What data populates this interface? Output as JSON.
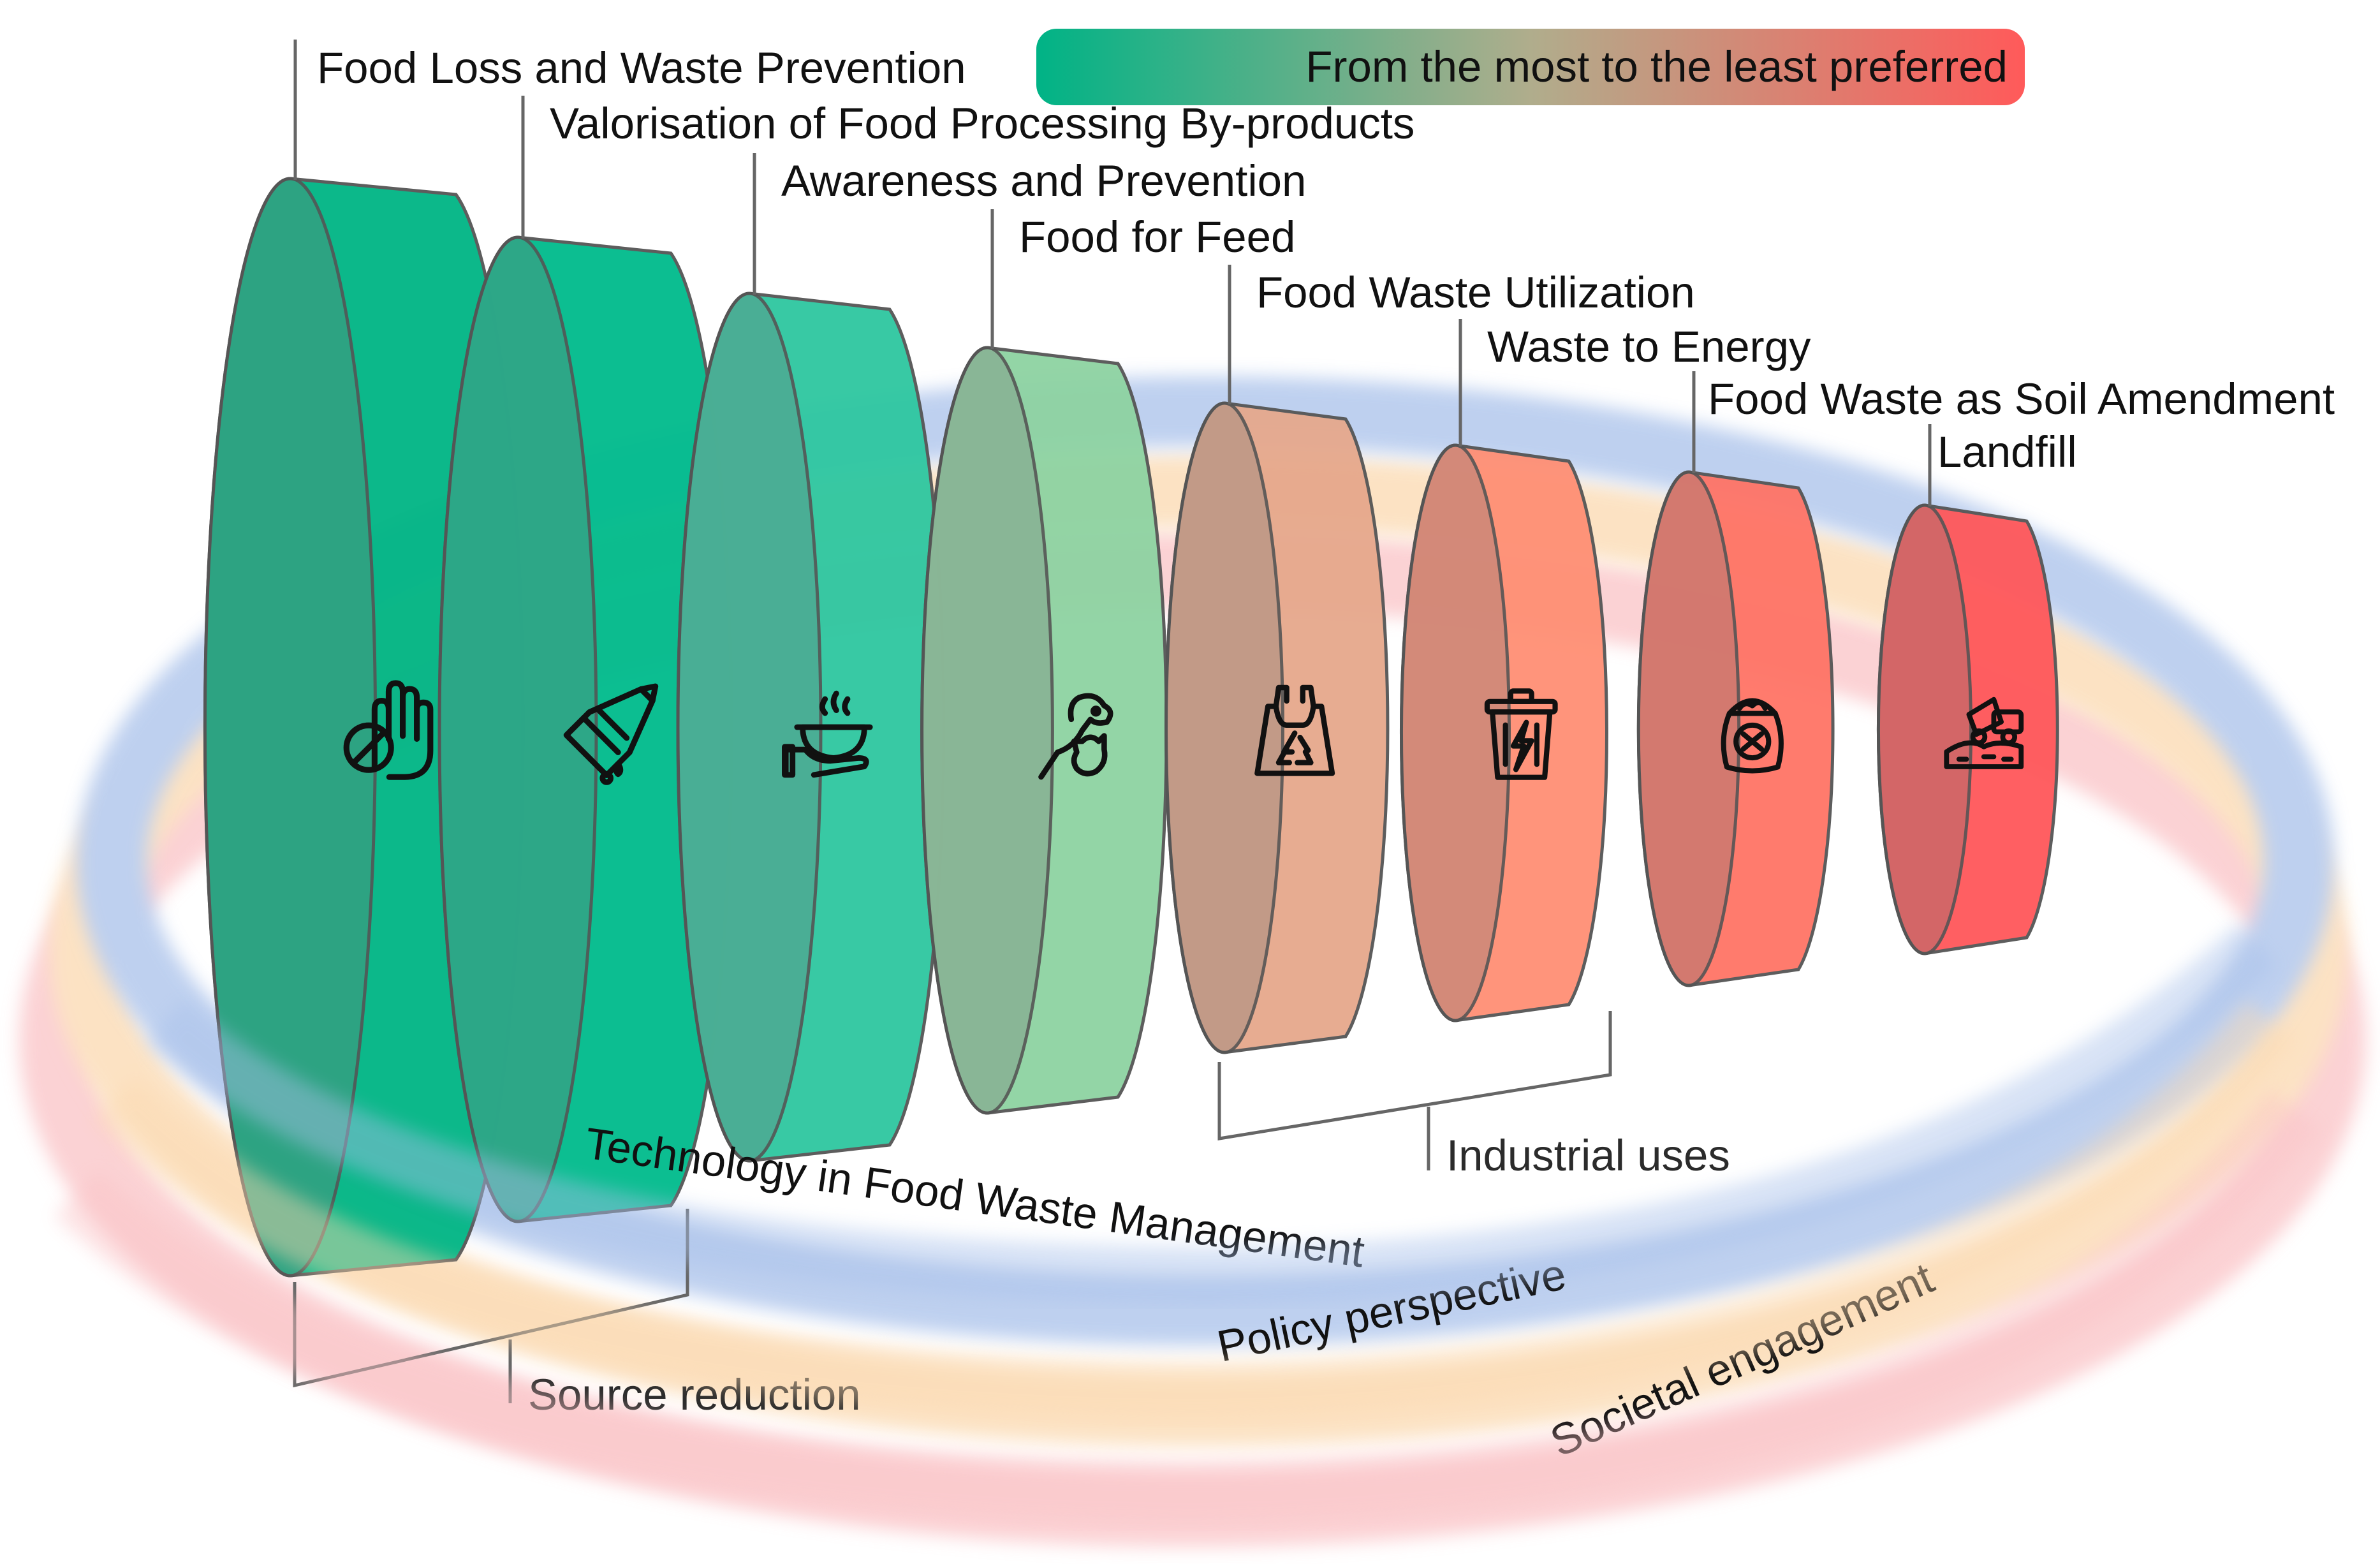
{
  "legend": {
    "text": "From the most to the least preferred",
    "gradient_start": "#00b386",
    "gradient_end": "#ff5a5a"
  },
  "hierarchy": [
    {
      "label": "Food Loss and Waste Prevention",
      "color": "#00b584",
      "icon": "hand-stop-icon"
    },
    {
      "label": "Valorisation of Food Processing By-products",
      "color": "#00bb8c",
      "icon": "by-product-drip-icon"
    },
    {
      "label": "Awareness and Prevention",
      "color": "#2ec7a0",
      "icon": "hand-serving-bowl-icon"
    },
    {
      "label": "Food for Feed",
      "color": "#8ed3a2",
      "icon": "dog-cat-icon"
    },
    {
      "label": "Food Waste Utilization",
      "color": "#e6a88c",
      "icon": "recycle-bag-icon"
    },
    {
      "label": "Waste to Energy",
      "color": "#ff8f74",
      "icon": "energy-bin-icon"
    },
    {
      "label": "Food Waste as Soil Amendment",
      "color": "#ff7466",
      "icon": "compost-sack-icon"
    },
    {
      "label": "Landfill",
      "color": "#ff575a",
      "icon": "dump-truck-icon"
    }
  ],
  "groups": {
    "source_reduction": "Source reduction",
    "industrial_uses": "Industrial uses"
  },
  "rings": [
    {
      "label": "Technology in Food Waste Management",
      "color": "#a9c1ea"
    },
    {
      "label": "Policy perspective",
      "color": "#fbd9b0"
    },
    {
      "label": "Societal engagement",
      "color": "#fac3c6"
    }
  ]
}
